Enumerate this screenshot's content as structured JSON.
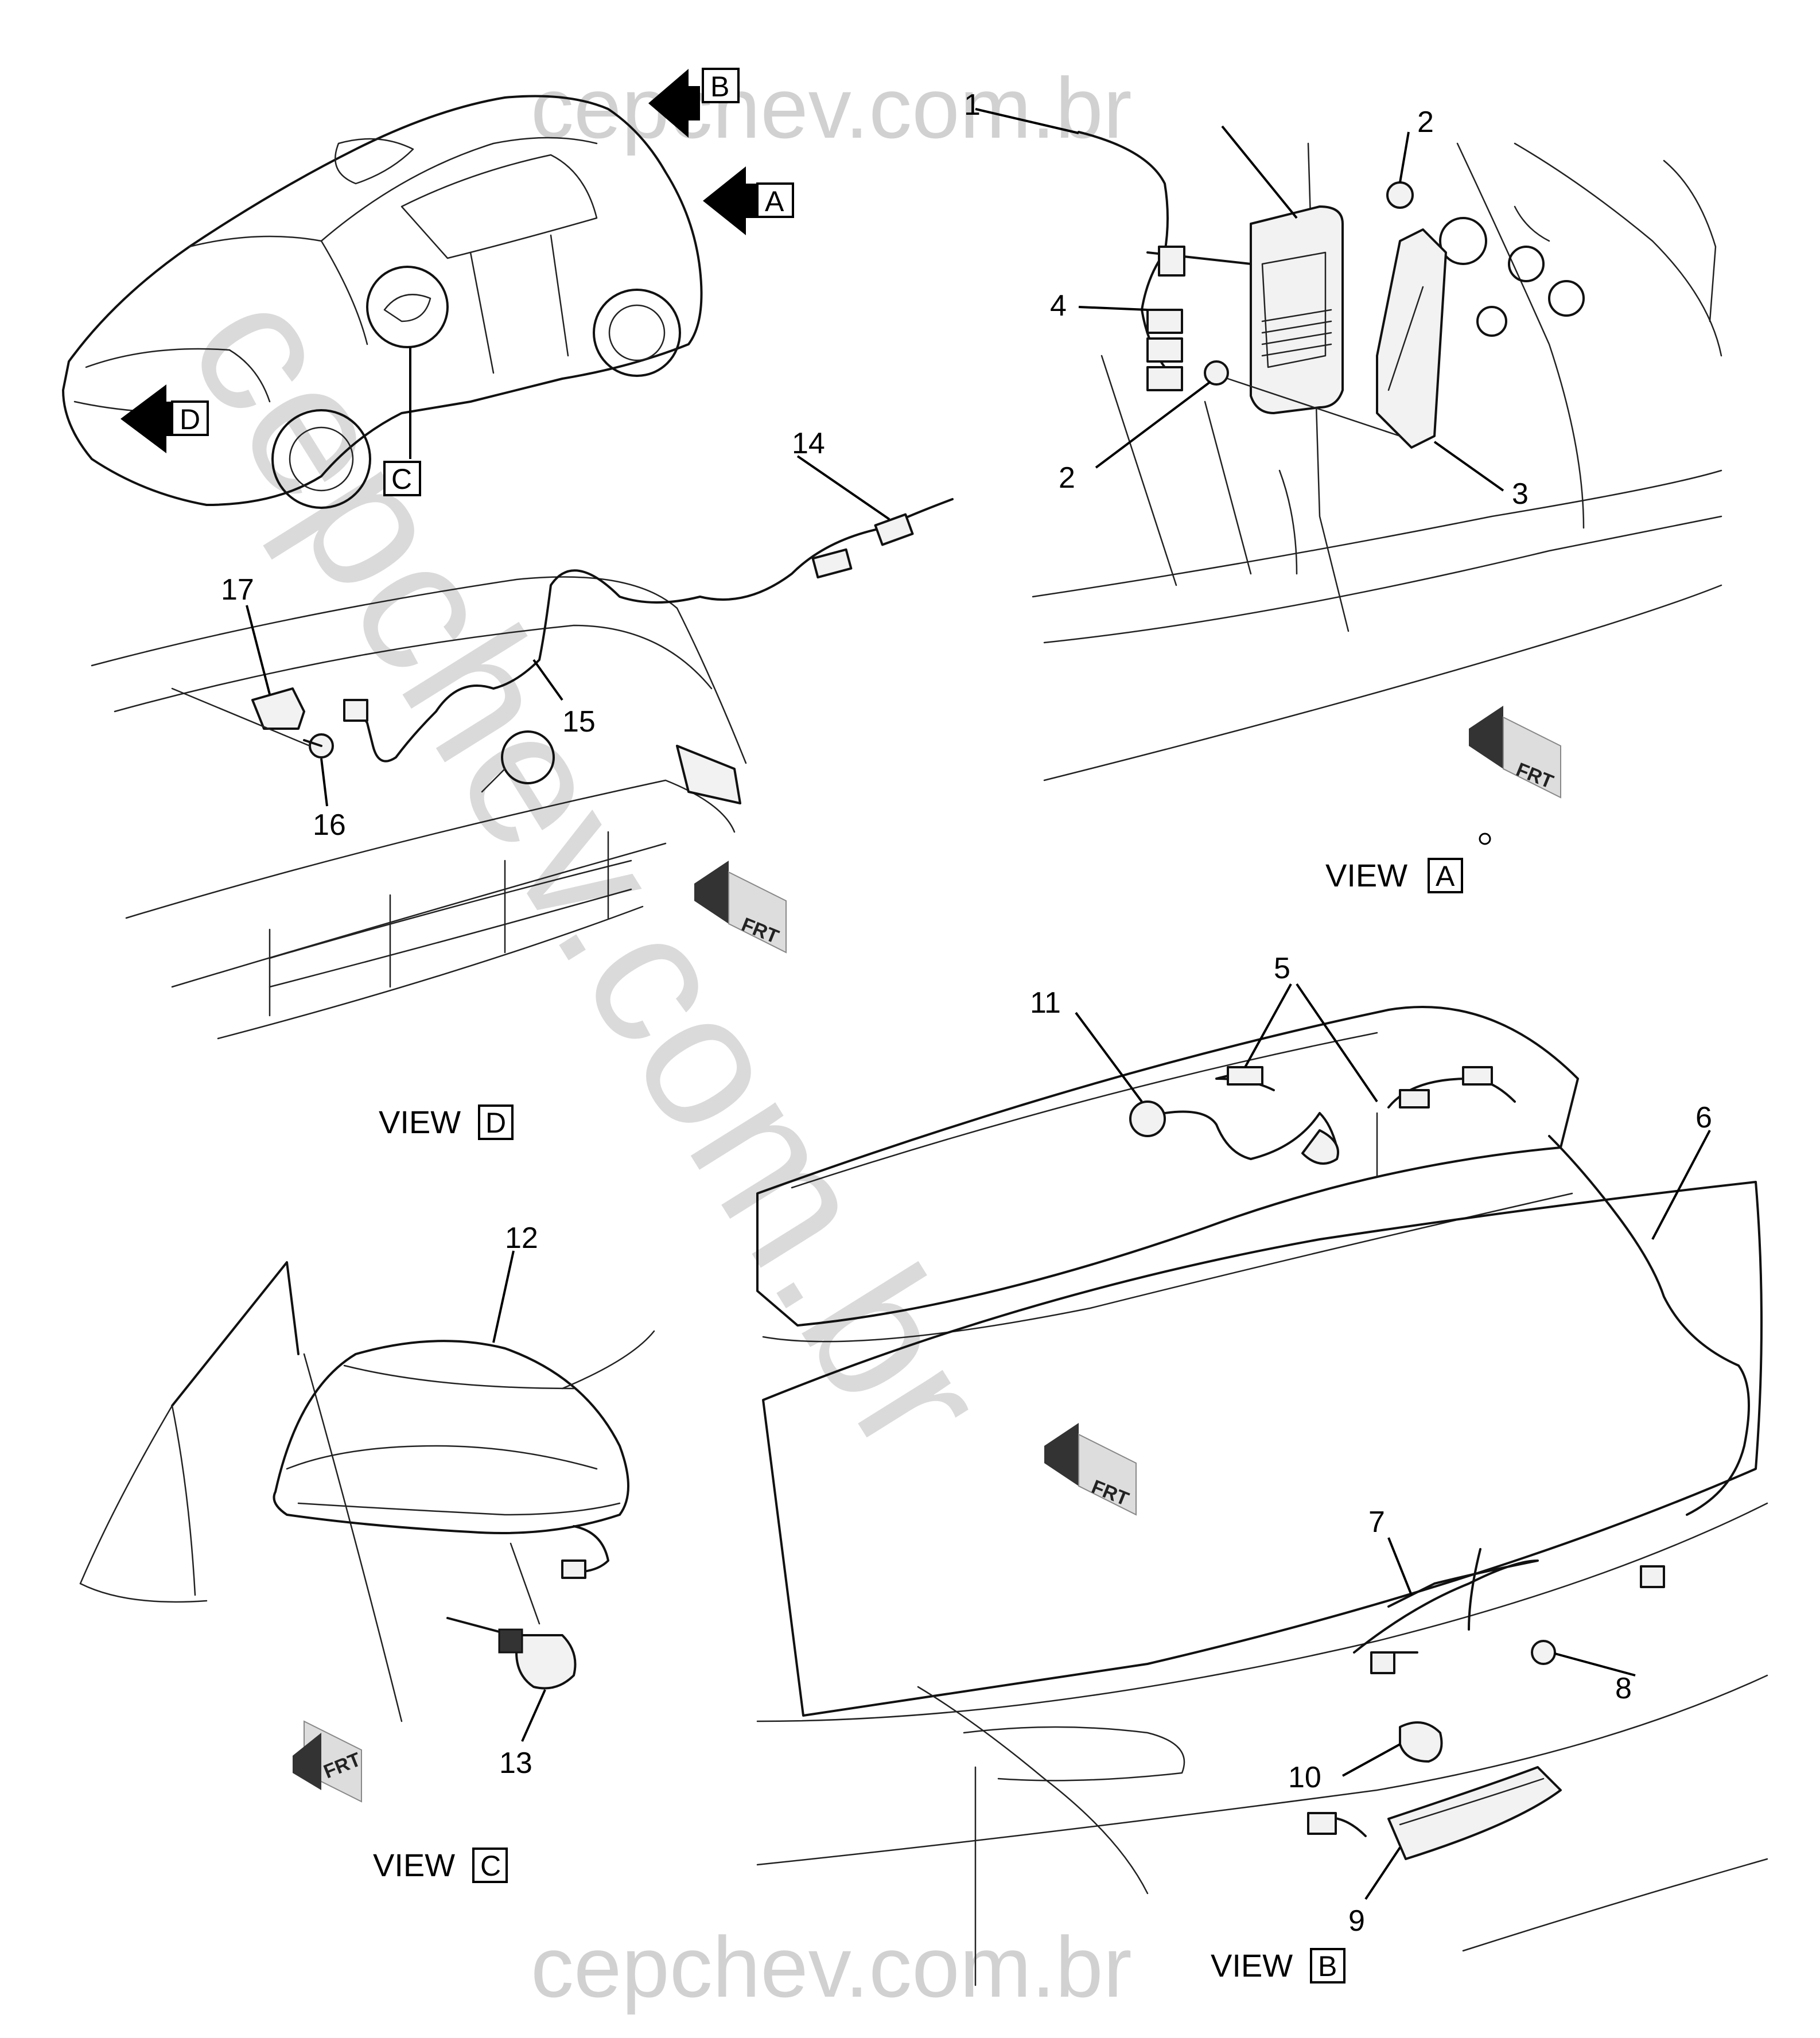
{
  "watermarks": {
    "top": "cepchev.com.br",
    "bottom": "cepchev.com.br",
    "diagonal": "cepchev.com.br"
  },
  "views": {
    "A": {
      "prefix": "VIEW",
      "letter": "A"
    },
    "B": {
      "prefix": "VIEW",
      "letter": "B"
    },
    "C": {
      "prefix": "VIEW",
      "letter": "C"
    },
    "D": {
      "prefix": "VIEW",
      "letter": "D"
    }
  },
  "overview_arrows": {
    "A": "A",
    "B": "B",
    "C": "C",
    "D": "D"
  },
  "front_indicator": "FRT",
  "callouts": {
    "c1": "1",
    "c2": "2",
    "c2b": "2",
    "c3": "3",
    "c4": "4",
    "c5": "5",
    "c6": "6",
    "c7": "7",
    "c8": "8",
    "c9": "9",
    "c10": "10",
    "c11": "11",
    "c12": "12",
    "c13": "13",
    "c14": "14",
    "c15": "15",
    "c16": "16",
    "c17": "17"
  }
}
